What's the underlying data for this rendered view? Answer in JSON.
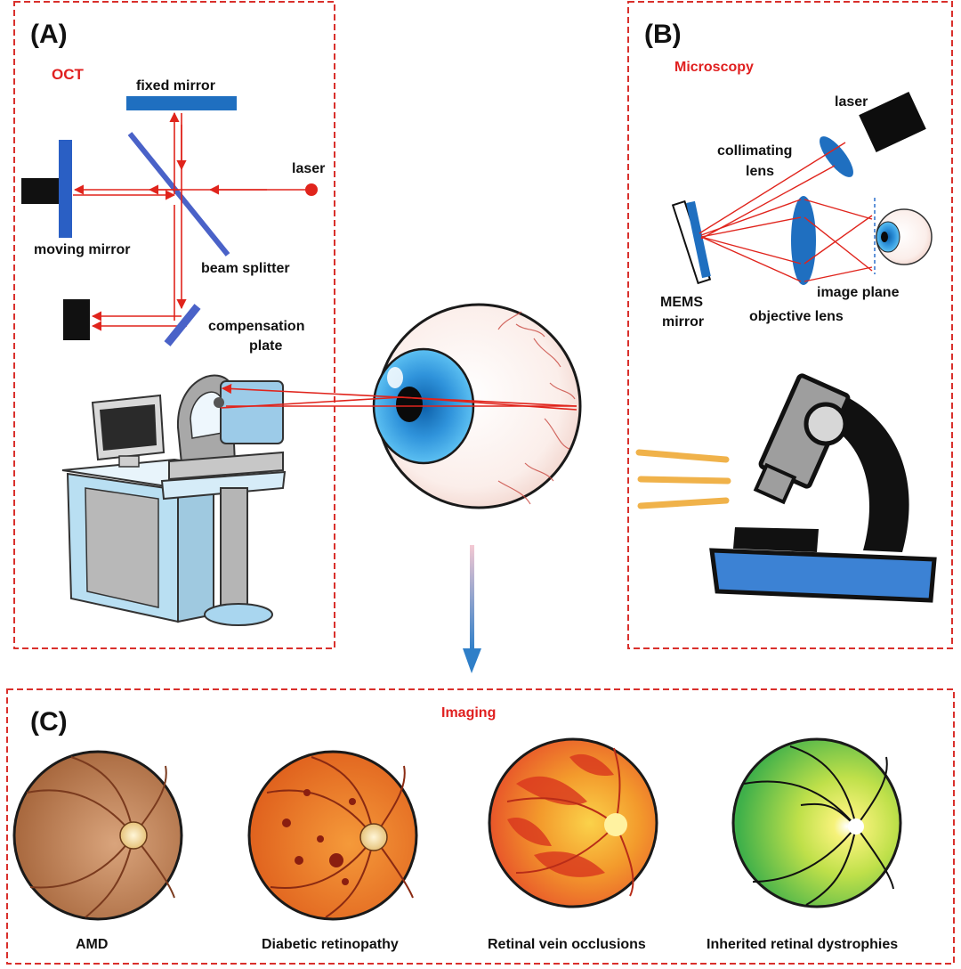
{
  "panel_a": {
    "tag": "(A)",
    "title": "OCT",
    "labels": {
      "fixed_mirror": "fixed mirror",
      "laser": "laser",
      "moving_mirror": "moving mirror",
      "beam_splitter": "beam splitter",
      "compensation_plate_1": "compensation",
      "compensation_plate_2": "plate"
    }
  },
  "panel_b": {
    "tag": "(B)",
    "title": "Microscopy",
    "labels": {
      "laser": "laser",
      "collimating_lens_1": "collimating",
      "collimating_lens_2": "lens",
      "mems_mirror_1": "MEMS",
      "mems_mirror_2": "mirror",
      "objective_lens": "objective lens",
      "image_plane": "image plane"
    }
  },
  "panel_c": {
    "tag": "(C)",
    "title": "Imaging",
    "conditions": [
      "AMD",
      "Diabetic retinopathy",
      "Retinal vein occlusions",
      "Inherited retinal dystrophies"
    ]
  },
  "colors": {
    "frame": "#d9302c",
    "title_red": "#e02020",
    "beam": "#e0241c",
    "mirror_blue": "#1f6fc0",
    "plate_blue": "#4a62c8",
    "iris_blue": "#3aa6e6",
    "microscope_base": "#3c82d4",
    "light_rays": "#f0b24a"
  }
}
